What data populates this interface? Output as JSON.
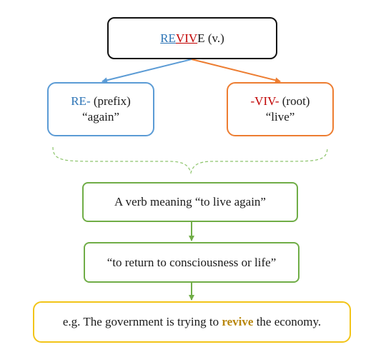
{
  "word": {
    "prefix_part": "RE",
    "root_part": "VIV",
    "tail": "E",
    "pos": " (v.)"
  },
  "prefix": {
    "label": "RE-",
    "kind": " (prefix)",
    "meaning": "“again”"
  },
  "root": {
    "label": "-VIV-",
    "kind": " (root)",
    "meaning": "“live”"
  },
  "meaning": "A verb meaning “to live again”",
  "definition": "“to return to consciousness or life”",
  "example": {
    "before": "e.g. The government is trying to ",
    "highlight": "revive",
    "after": " the economy."
  },
  "colors": {
    "prefix": "#5b9bd5",
    "root": "#ed7d31",
    "flow": "#70ad47",
    "example": "#f2c418",
    "highlight": "#b8860b"
  }
}
